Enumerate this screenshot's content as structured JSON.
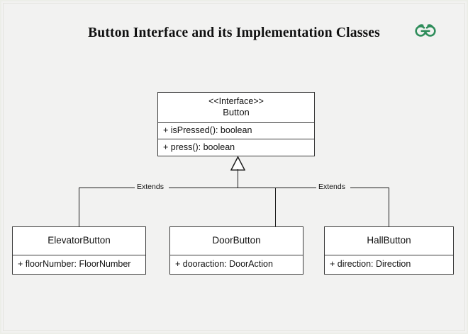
{
  "page": {
    "title": "Button Interface and its Implementation Classes",
    "background_color": "#f2f2f1",
    "border_color": "#e4e4df",
    "line_color": "#1b1b1b",
    "box_border_color": "#3a3a3a",
    "box_fill_color": "#ffffff"
  },
  "logo": {
    "name": "geeksforgeeks-logo",
    "color": "#2f8d5b"
  },
  "interface_box": {
    "stereotype": "<<Interface>>",
    "name": "Button",
    "methods": [
      "+ isPressed(): boolean",
      "+ press(): boolean"
    ]
  },
  "relationship": {
    "label": "Extends",
    "type": "generalization"
  },
  "classes": [
    {
      "name": "ElevatorButton",
      "attributes": [
        "+ floorNumber: FloorNumber"
      ]
    },
    {
      "name": "DoorButton",
      "attributes": [
        "+ dooraction: DoorAction"
      ]
    },
    {
      "name": "HallButton",
      "attributes": [
        "+ direction: Direction"
      ]
    }
  ]
}
